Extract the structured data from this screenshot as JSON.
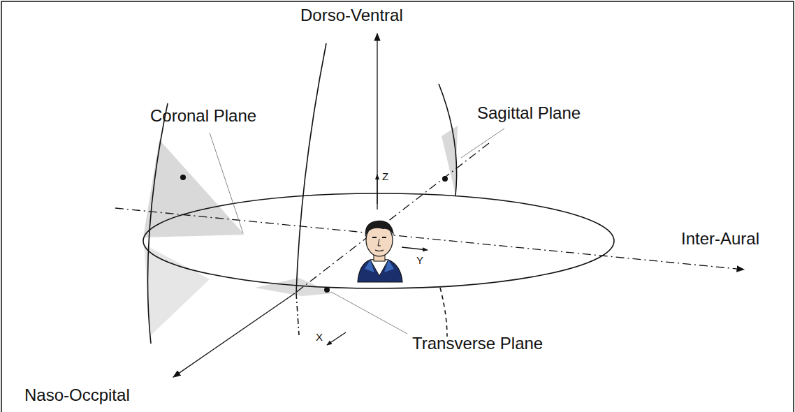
{
  "diagram": {
    "labels": [
      "Dorso-Ventral",
      "Coronal Plane",
      "Sagittal Plane",
      "Inter-Aural",
      "Z",
      "Y",
      "X",
      "Transverse Plane",
      "Naso-Occpital"
    ]
  }
}
